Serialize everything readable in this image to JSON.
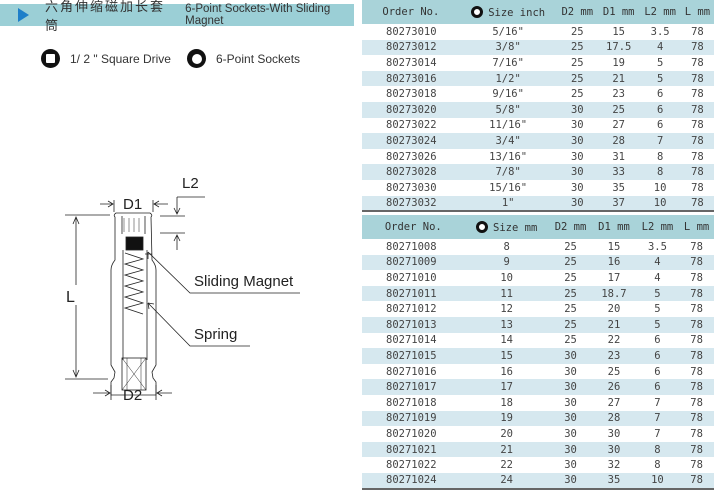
{
  "header": {
    "title_cn": "六角伸缩磁加长套筒",
    "title_en": "6-Point Sockets-With Sliding Magnet"
  },
  "features": [
    {
      "icon": "square-drive-icon",
      "label": "1/ 2 \"  Square Drive"
    },
    {
      "icon": "hex-socket-icon",
      "label": "6-Point Sockets"
    }
  ],
  "diagram": {
    "labels": {
      "d1": "D1",
      "d2": "D2",
      "l": "L",
      "l2": "L2",
      "magnet": "Sliding Magnet",
      "spring": "Spring"
    }
  },
  "table_inch": {
    "headers": [
      "Order No.",
      "Size inch",
      "D2 mm",
      "D1 mm",
      "L2 mm",
      "L mm"
    ],
    "rows": [
      [
        "80273010",
        "5/16\"",
        "25",
        "15",
        "3.5",
        "78"
      ],
      [
        "80273012",
        "3/8\"",
        "25",
        "17.5",
        "4",
        "78"
      ],
      [
        "80273014",
        "7/16\"",
        "25",
        "19",
        "5",
        "78"
      ],
      [
        "80273016",
        "1/2\"",
        "25",
        "21",
        "5",
        "78"
      ],
      [
        "80273018",
        "9/16\"",
        "25",
        "23",
        "6",
        "78"
      ],
      [
        "80273020",
        "5/8\"",
        "30",
        "25",
        "6",
        "78"
      ],
      [
        "80273022",
        "11/16\"",
        "30",
        "27",
        "6",
        "78"
      ],
      [
        "80273024",
        "3/4\"",
        "30",
        "28",
        "7",
        "78"
      ],
      [
        "80273026",
        "13/16\"",
        "30",
        "31",
        "8",
        "78"
      ],
      [
        "80273028",
        "7/8\"",
        "30",
        "33",
        "8",
        "78"
      ],
      [
        "80273030",
        "15/16\"",
        "30",
        "35",
        "10",
        "78"
      ],
      [
        "80273032",
        "1\"",
        "30",
        "37",
        "10",
        "78"
      ]
    ]
  },
  "table_mm": {
    "headers": [
      "Order No.",
      "Size mm",
      "D2 mm",
      "D1 mm",
      "L2 mm",
      "L mm"
    ],
    "rows": [
      [
        "80271008",
        "8",
        "25",
        "15",
        "3.5",
        "78"
      ],
      [
        "80271009",
        "9",
        "25",
        "16",
        "4",
        "78"
      ],
      [
        "80271010",
        "10",
        "25",
        "17",
        "4",
        "78"
      ],
      [
        "80271011",
        "11",
        "25",
        "18.7",
        "5",
        "78"
      ],
      [
        "80271012",
        "12",
        "25",
        "20",
        "5",
        "78"
      ],
      [
        "80271013",
        "13",
        "25",
        "21",
        "5",
        "78"
      ],
      [
        "80271014",
        "14",
        "25",
        "22",
        "6",
        "78"
      ],
      [
        "80271015",
        "15",
        "30",
        "23",
        "6",
        "78"
      ],
      [
        "80271016",
        "16",
        "30",
        "25",
        "6",
        "78"
      ],
      [
        "80271017",
        "17",
        "30",
        "26",
        "6",
        "78"
      ],
      [
        "80271018",
        "18",
        "30",
        "27",
        "7",
        "78"
      ],
      [
        "80271019",
        "19",
        "30",
        "28",
        "7",
        "78"
      ],
      [
        "80271020",
        "20",
        "30",
        "30",
        "7",
        "78"
      ],
      [
        "80271021",
        "21",
        "30",
        "30",
        "8",
        "78"
      ],
      [
        "80271022",
        "22",
        "30",
        "32",
        "8",
        "78"
      ],
      [
        "80271024",
        "24",
        "30",
        "35",
        "10",
        "78"
      ]
    ]
  }
}
